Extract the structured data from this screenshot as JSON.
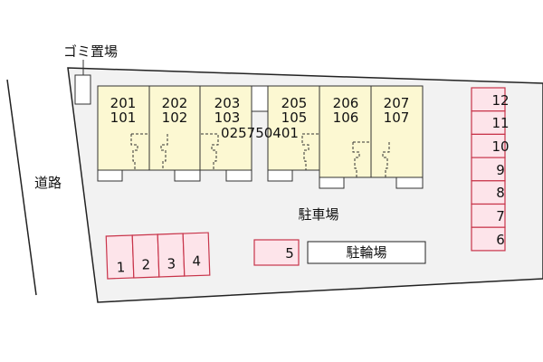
{
  "labels": {
    "garbage": "ゴミ置場",
    "road": "道路",
    "parking": "駐車場",
    "bicycle_parking": "駐輪場",
    "property_code": "025750401"
  },
  "units": [
    {
      "upper": "201",
      "lower": "101"
    },
    {
      "upper": "202",
      "lower": "102"
    },
    {
      "upper": "203",
      "lower": "103"
    },
    {
      "upper": "205",
      "lower": "105"
    },
    {
      "upper": "206",
      "lower": "106"
    },
    {
      "upper": "207",
      "lower": "107"
    }
  ],
  "parking_slots_left": [
    "1",
    "2",
    "3",
    "4"
  ],
  "parking_slot_middle": "5",
  "parking_slots_right": [
    "12",
    "11",
    "10",
    "9",
    "8",
    "7",
    "6"
  ],
  "colors": {
    "unit_fill": "#fcf8d2",
    "slot_fill": "#fde4ea",
    "slot_stroke": "#c8344a",
    "lot_fill": "#f2f2f2"
  }
}
